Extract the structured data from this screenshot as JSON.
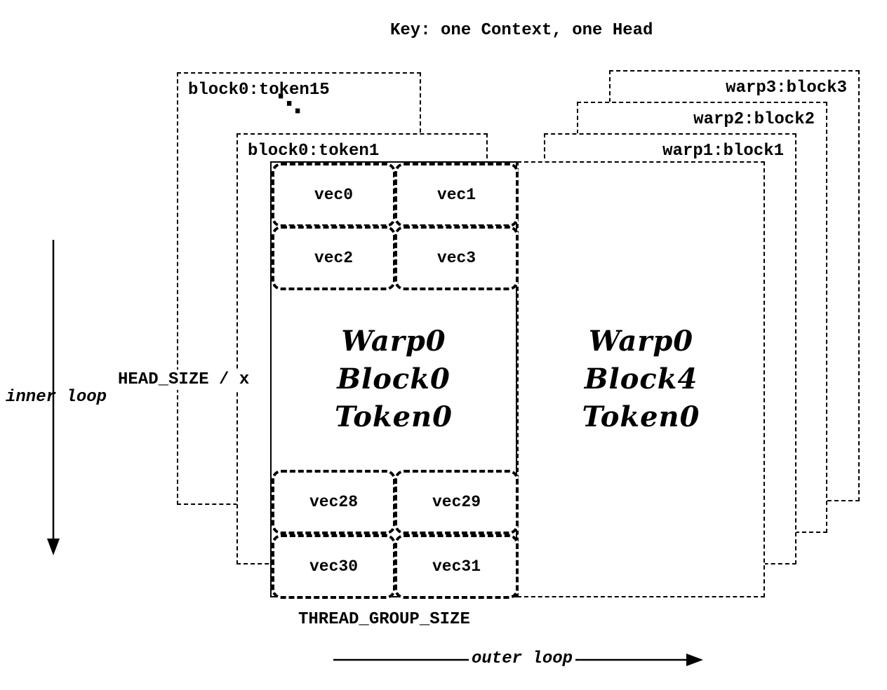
{
  "title": "Key: one Context, one Head",
  "left_stack": {
    "token15_label": "block0:token15",
    "dots": "⋱",
    "token1_label": "block0:token1"
  },
  "right_stack": {
    "warp3_label": "warp3:block3",
    "warp2_label": "warp2:block2",
    "warp1_label": "warp1:block1"
  },
  "main_block": {
    "vec_top": [
      "vec0",
      "vec1",
      "vec2",
      "vec3"
    ],
    "vec_bottom": [
      "vec28",
      "vec29",
      "vec30",
      "vec31"
    ],
    "label_lines": [
      "Warp0",
      "Block0",
      "Token0"
    ]
  },
  "right_block": {
    "label_lines": [
      "Warp0",
      "Block4",
      "Token0"
    ]
  },
  "annotations": {
    "head_size": "HEAD_SIZE / x",
    "inner_loop": "inner loop",
    "thread_group_size": "THREAD_GROUP_SIZE",
    "outer_loop": "outer loop"
  },
  "colors": {
    "ink": "#000000",
    "background": "#ffffff"
  }
}
